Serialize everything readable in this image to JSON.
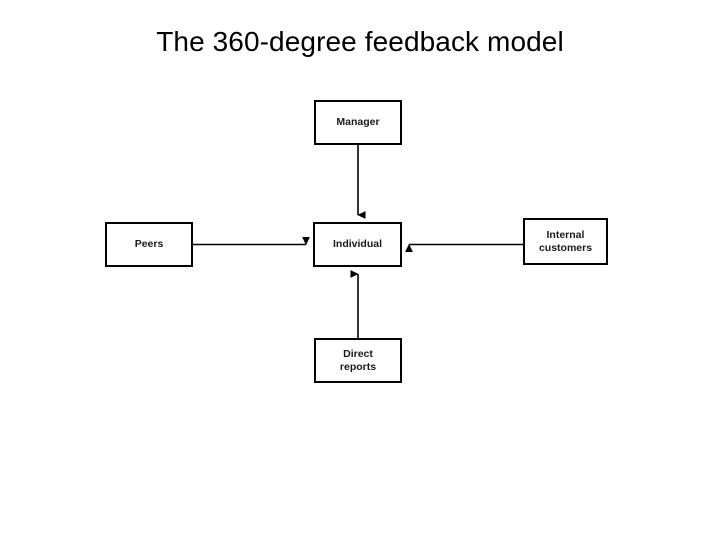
{
  "slide": {
    "title": "The 360-degree feedback model",
    "background_color": "#ffffff",
    "text_color": "#000000"
  },
  "diagram": {
    "type": "hub-and-spoke",
    "center_node": "individual",
    "line_color": "#000000",
    "box_border_color": "#000000",
    "box_fill_color": "#ffffff",
    "nodes": [
      {
        "id": "manager",
        "label": "Manager",
        "position": "top"
      },
      {
        "id": "peers",
        "label": "Peers",
        "position": "left"
      },
      {
        "id": "individual",
        "label": "Individual",
        "position": "center"
      },
      {
        "id": "internal-customers",
        "label": "Internal\ncustomers",
        "position": "right"
      },
      {
        "id": "direct-reports",
        "label": "Direct\nreports",
        "position": "bottom"
      }
    ],
    "connectors": [
      {
        "from": "manager",
        "to": "individual",
        "direction": "down",
        "arrowhead": "end"
      },
      {
        "from": "peers",
        "to": "individual",
        "direction": "right",
        "arrowhead": "end"
      },
      {
        "from": "internal-customers",
        "to": "individual",
        "direction": "left",
        "arrowhead": "end"
      },
      {
        "from": "direct-reports",
        "to": "individual",
        "direction": "up",
        "arrowhead": "end"
      }
    ]
  }
}
